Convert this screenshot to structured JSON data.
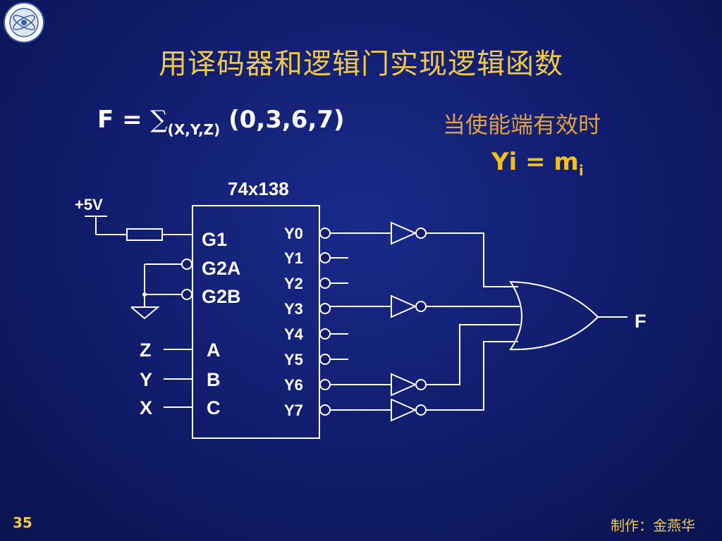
{
  "title": "用译码器和逻辑门实现逻辑函数",
  "formula": {
    "lhs": "F = ",
    "sigma": "∑",
    "vars": "(X,Y,Z)",
    "terms": " (0,3,6,7)"
  },
  "enable_note": "当使能端有效时",
  "relation": {
    "main": "Yi = m",
    "sub": "i"
  },
  "chip": {
    "name": "74x138",
    "inputs": [
      "G1",
      "G2A",
      "G2B",
      "A",
      "B",
      "C"
    ],
    "outputs": [
      "Y0",
      "Y1",
      "Y2",
      "Y3",
      "Y4",
      "Y5",
      "Y6",
      "Y7"
    ]
  },
  "signals": {
    "power": "+5V",
    "z": "Z",
    "y": "Y",
    "x": "X",
    "f": "F"
  },
  "page_number": "35",
  "author": "制作：金燕华",
  "colors": {
    "title": "#f0c84a",
    "enable_note": "#e0a040",
    "relation": "#f0c020",
    "line": "#ffffff"
  },
  "logo_icon": "university-seal-icon"
}
